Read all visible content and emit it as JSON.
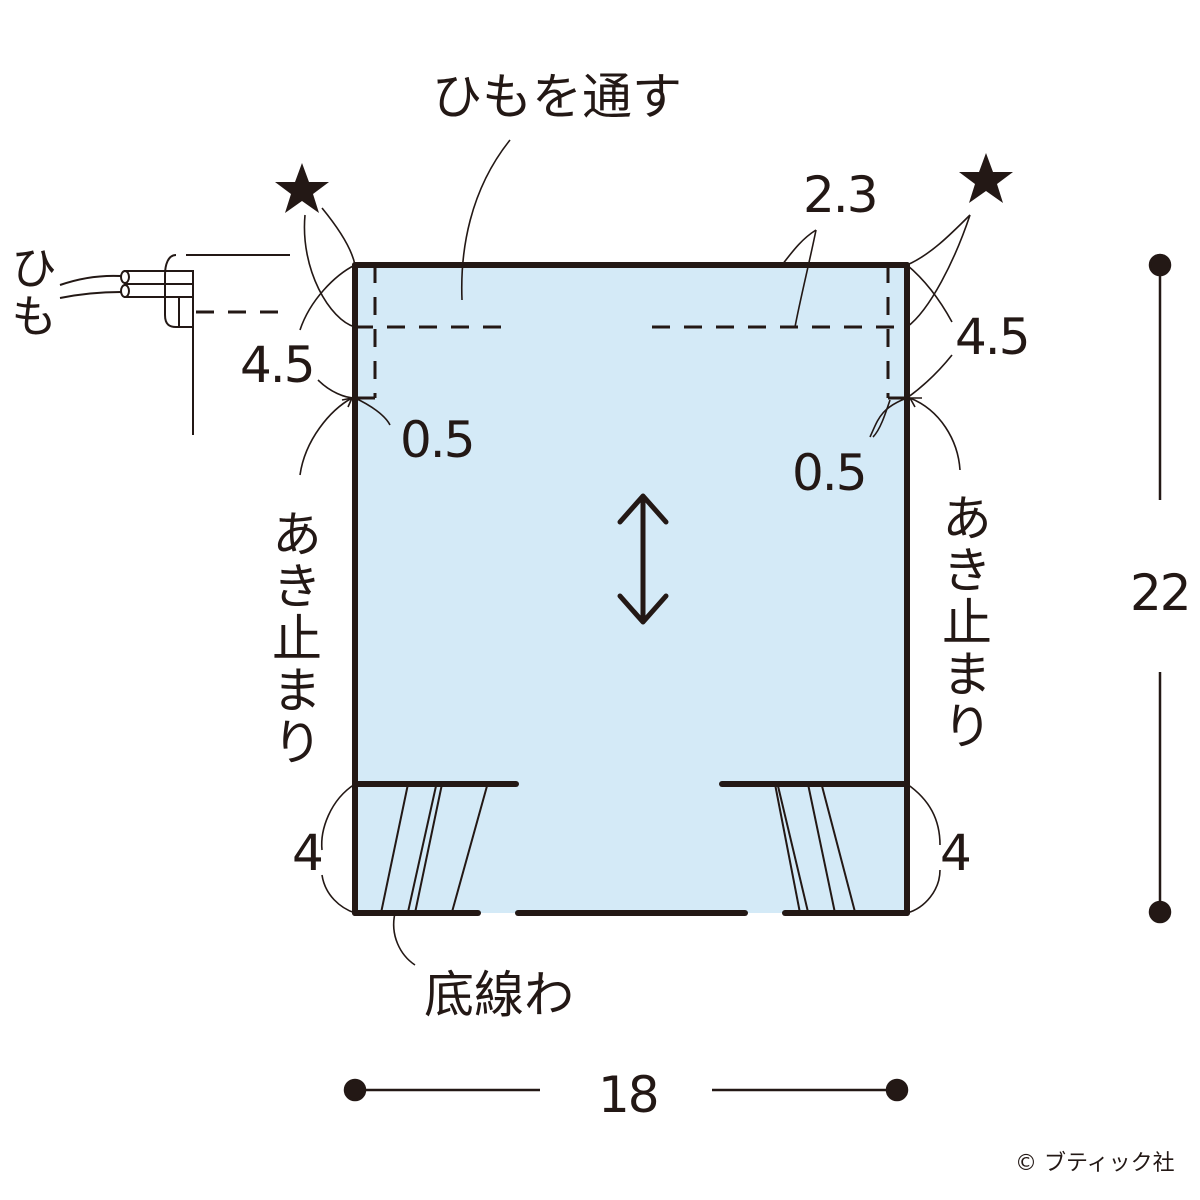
{
  "diagram": {
    "title_label": "ひもを通す",
    "string_label": "ひも",
    "star_left": "★",
    "star_right": "★",
    "dim_top_left": "4.5",
    "dim_top_right": "4.5",
    "dim_small_left": "0.5",
    "dim_small_right": "0.5",
    "dim_channel": "2.3",
    "opening_end_left": "あき止まり",
    "opening_end_right": "あき止まり",
    "dim_bottom_left": "4",
    "dim_bottom_right": "4",
    "fold_label": "底線わ",
    "width_dim": "18",
    "height_dim": "22",
    "grain_arrow": "grain-line-arrow",
    "copyright": "© ブティック社",
    "colors": {
      "fabric_fill": "#d4eaf7",
      "line": "#231815",
      "background": "#ffffff"
    }
  }
}
